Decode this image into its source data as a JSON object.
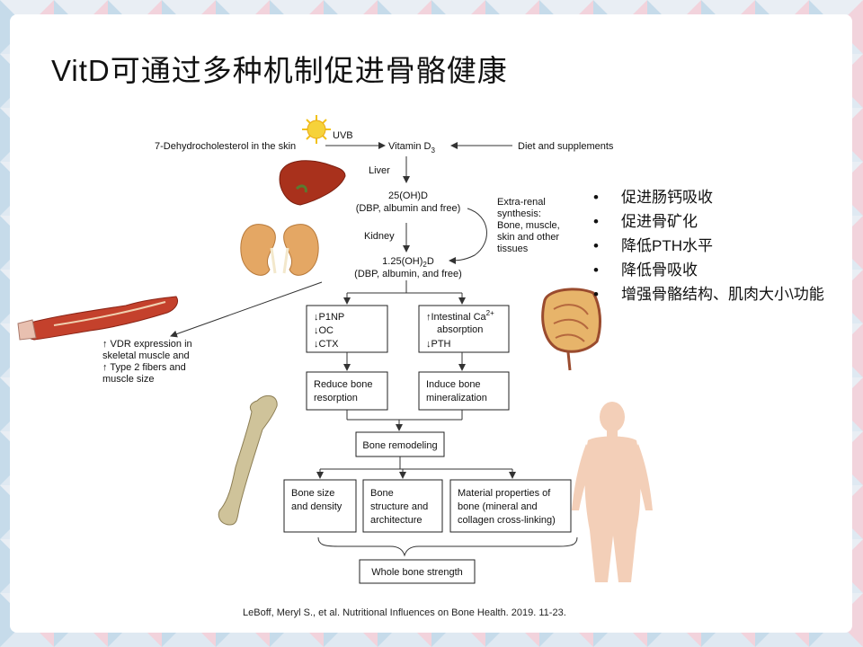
{
  "slide": {
    "title": "VitD可通过多种机制促进骨骼健康",
    "bullet_symbol": "•",
    "bullets": [
      "促进肠钙吸收",
      "促进骨矿化",
      "降低PTH水平",
      "降低骨吸收",
      "增强骨骼结构、肌肉大小\\功能"
    ],
    "citation": "LeBoff, Meryl  S., et al. Nutritional Influences on Bone Health.  2019. 11-23."
  },
  "diagram": {
    "uvb": "UVB",
    "dehydro": "7-Dehydrocholesterol in the skin",
    "vitd_base": "Vitamin D",
    "vitd_sub": "3",
    "diet": "Diet and supplements",
    "liver": "Liver",
    "ohd25_l1": "25(OH)D",
    "ohd25_l2": "(DBP, albumin and free)",
    "kidney": "Kidney",
    "ohd125_a": "1.25(OH)",
    "ohd125_sub": "2",
    "ohd125_b": "D",
    "ohd125_l2": "(DBP, albumin, and free)",
    "extrarenal": [
      "Extra-renal",
      "synthesis:",
      "Bone, muscle,",
      "skin and other",
      "tissues"
    ],
    "muscle": [
      "↑ VDR expression in",
      "skeletal muscle and",
      "↑ Type 2 fibers and",
      "muscle size"
    ],
    "markers": [
      "↓P1NP",
      "↓OC",
      "↓CTX"
    ],
    "intestinal_a": "↑Intestinal Ca",
    "intestinal_sup": "2+",
    "intestinal_2": "absorption",
    "intestinal_3": "↓PTH",
    "reduce": [
      "Reduce bone",
      "resorption"
    ],
    "induce": [
      "Induce bone",
      "mineralization"
    ],
    "remodel": "Bone remodeling",
    "size": [
      "Bone size",
      "and density"
    ],
    "structure": [
      "Bone",
      "structure and",
      "architecture"
    ],
    "material": [
      "Material properties of",
      "bone (mineral and",
      "collagen cross-linking)"
    ],
    "strength": "Whole bone strength"
  },
  "colors": {
    "slide_bg": "#ffffff",
    "pattern_blue": "#bcd3e6",
    "pattern_pink": "#f0c8d2"
  }
}
